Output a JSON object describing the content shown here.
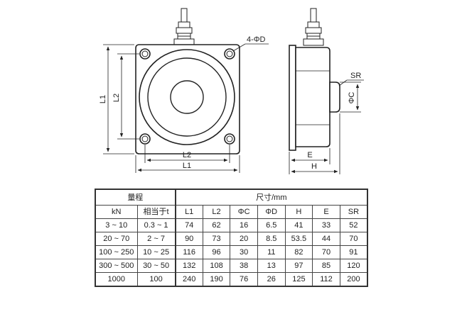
{
  "drawing": {
    "labels": {
      "hole_callout": "4-ΦD",
      "l1_vertical": "L1",
      "l2_vertical": "L2",
      "l2_horizontal": "L2",
      "l1_horizontal": "L1",
      "sr": "SR",
      "phi_c": "ΦC",
      "e": "E",
      "h": "H"
    }
  },
  "table": {
    "group_headers": {
      "range": "量程",
      "dimensions": "尺寸/mm"
    },
    "columns": [
      "kN",
      "相当于t",
      "L1",
      "L2",
      "ΦC",
      "ΦD",
      "H",
      "E",
      "SR"
    ],
    "rows": [
      [
        "3 ~ 10",
        "0.3 ~ 1",
        "74",
        "62",
        "16",
        "6.5",
        "41",
        "33",
        "52"
      ],
      [
        "20 ~ 70",
        "2 ~ 7",
        "90",
        "73",
        "20",
        "8.5",
        "53.5",
        "44",
        "70"
      ],
      [
        "100 ~ 250",
        "10 ~ 25",
        "116",
        "96",
        "30",
        "11",
        "82",
        "70",
        "91"
      ],
      [
        "300 ~ 500",
        "30 ~ 50",
        "132",
        "108",
        "38",
        "13",
        "97",
        "85",
        "120"
      ],
      [
        "1000",
        "100",
        "240",
        "190",
        "76",
        "26",
        "125",
        "112",
        "200"
      ]
    ]
  }
}
